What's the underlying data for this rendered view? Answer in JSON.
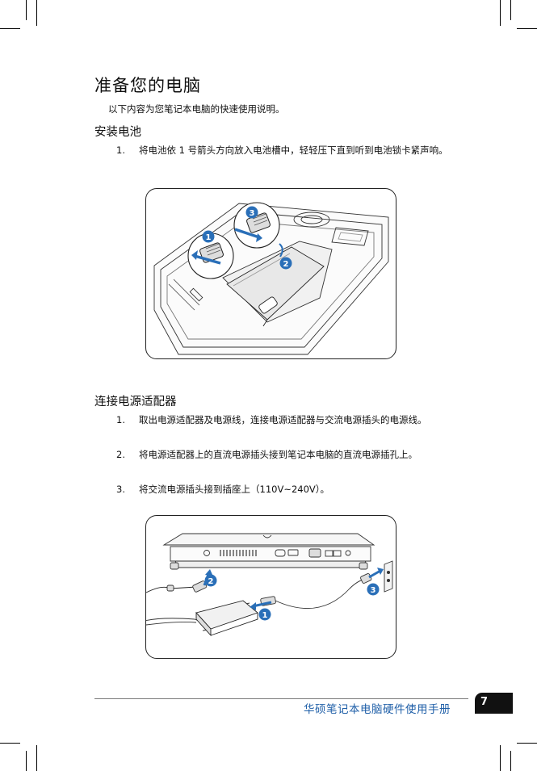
{
  "page": {
    "title": "准备您的电脑",
    "intro": "以下内容为您笔记本电脑的快速使用说明。"
  },
  "battery_section": {
    "heading": "安装电池",
    "steps": [
      {
        "num": "1.",
        "text": "将电池依 1 号箭头方向放入电池槽中，轻轻压下直到听到电池锁卡紧声响。"
      }
    ],
    "figure_callouts": [
      "1",
      "2",
      "3"
    ]
  },
  "adapter_section": {
    "heading": "连接电源适配器",
    "steps": [
      {
        "num": "1.",
        "text": "取出电源适配器及电源线，连接电源适配器与交流电源插头的电源线。"
      },
      {
        "num": "2.",
        "text": "将电源适配器上的直流电源插头接到笔记本电脑的直流电源插孔上。"
      },
      {
        "num": "3.",
        "text": "将交流电源插头接到插座上（110V~240V）。"
      }
    ],
    "figure_callouts": [
      "1",
      "2",
      "3"
    ]
  },
  "footer": {
    "manual_title": "华硕笔记本电脑硬件使用手册",
    "page_number": "7"
  },
  "colors": {
    "accent_blue": "#1f5fa8",
    "callout_blue": "#2a6fb8",
    "ink": "#111111"
  }
}
